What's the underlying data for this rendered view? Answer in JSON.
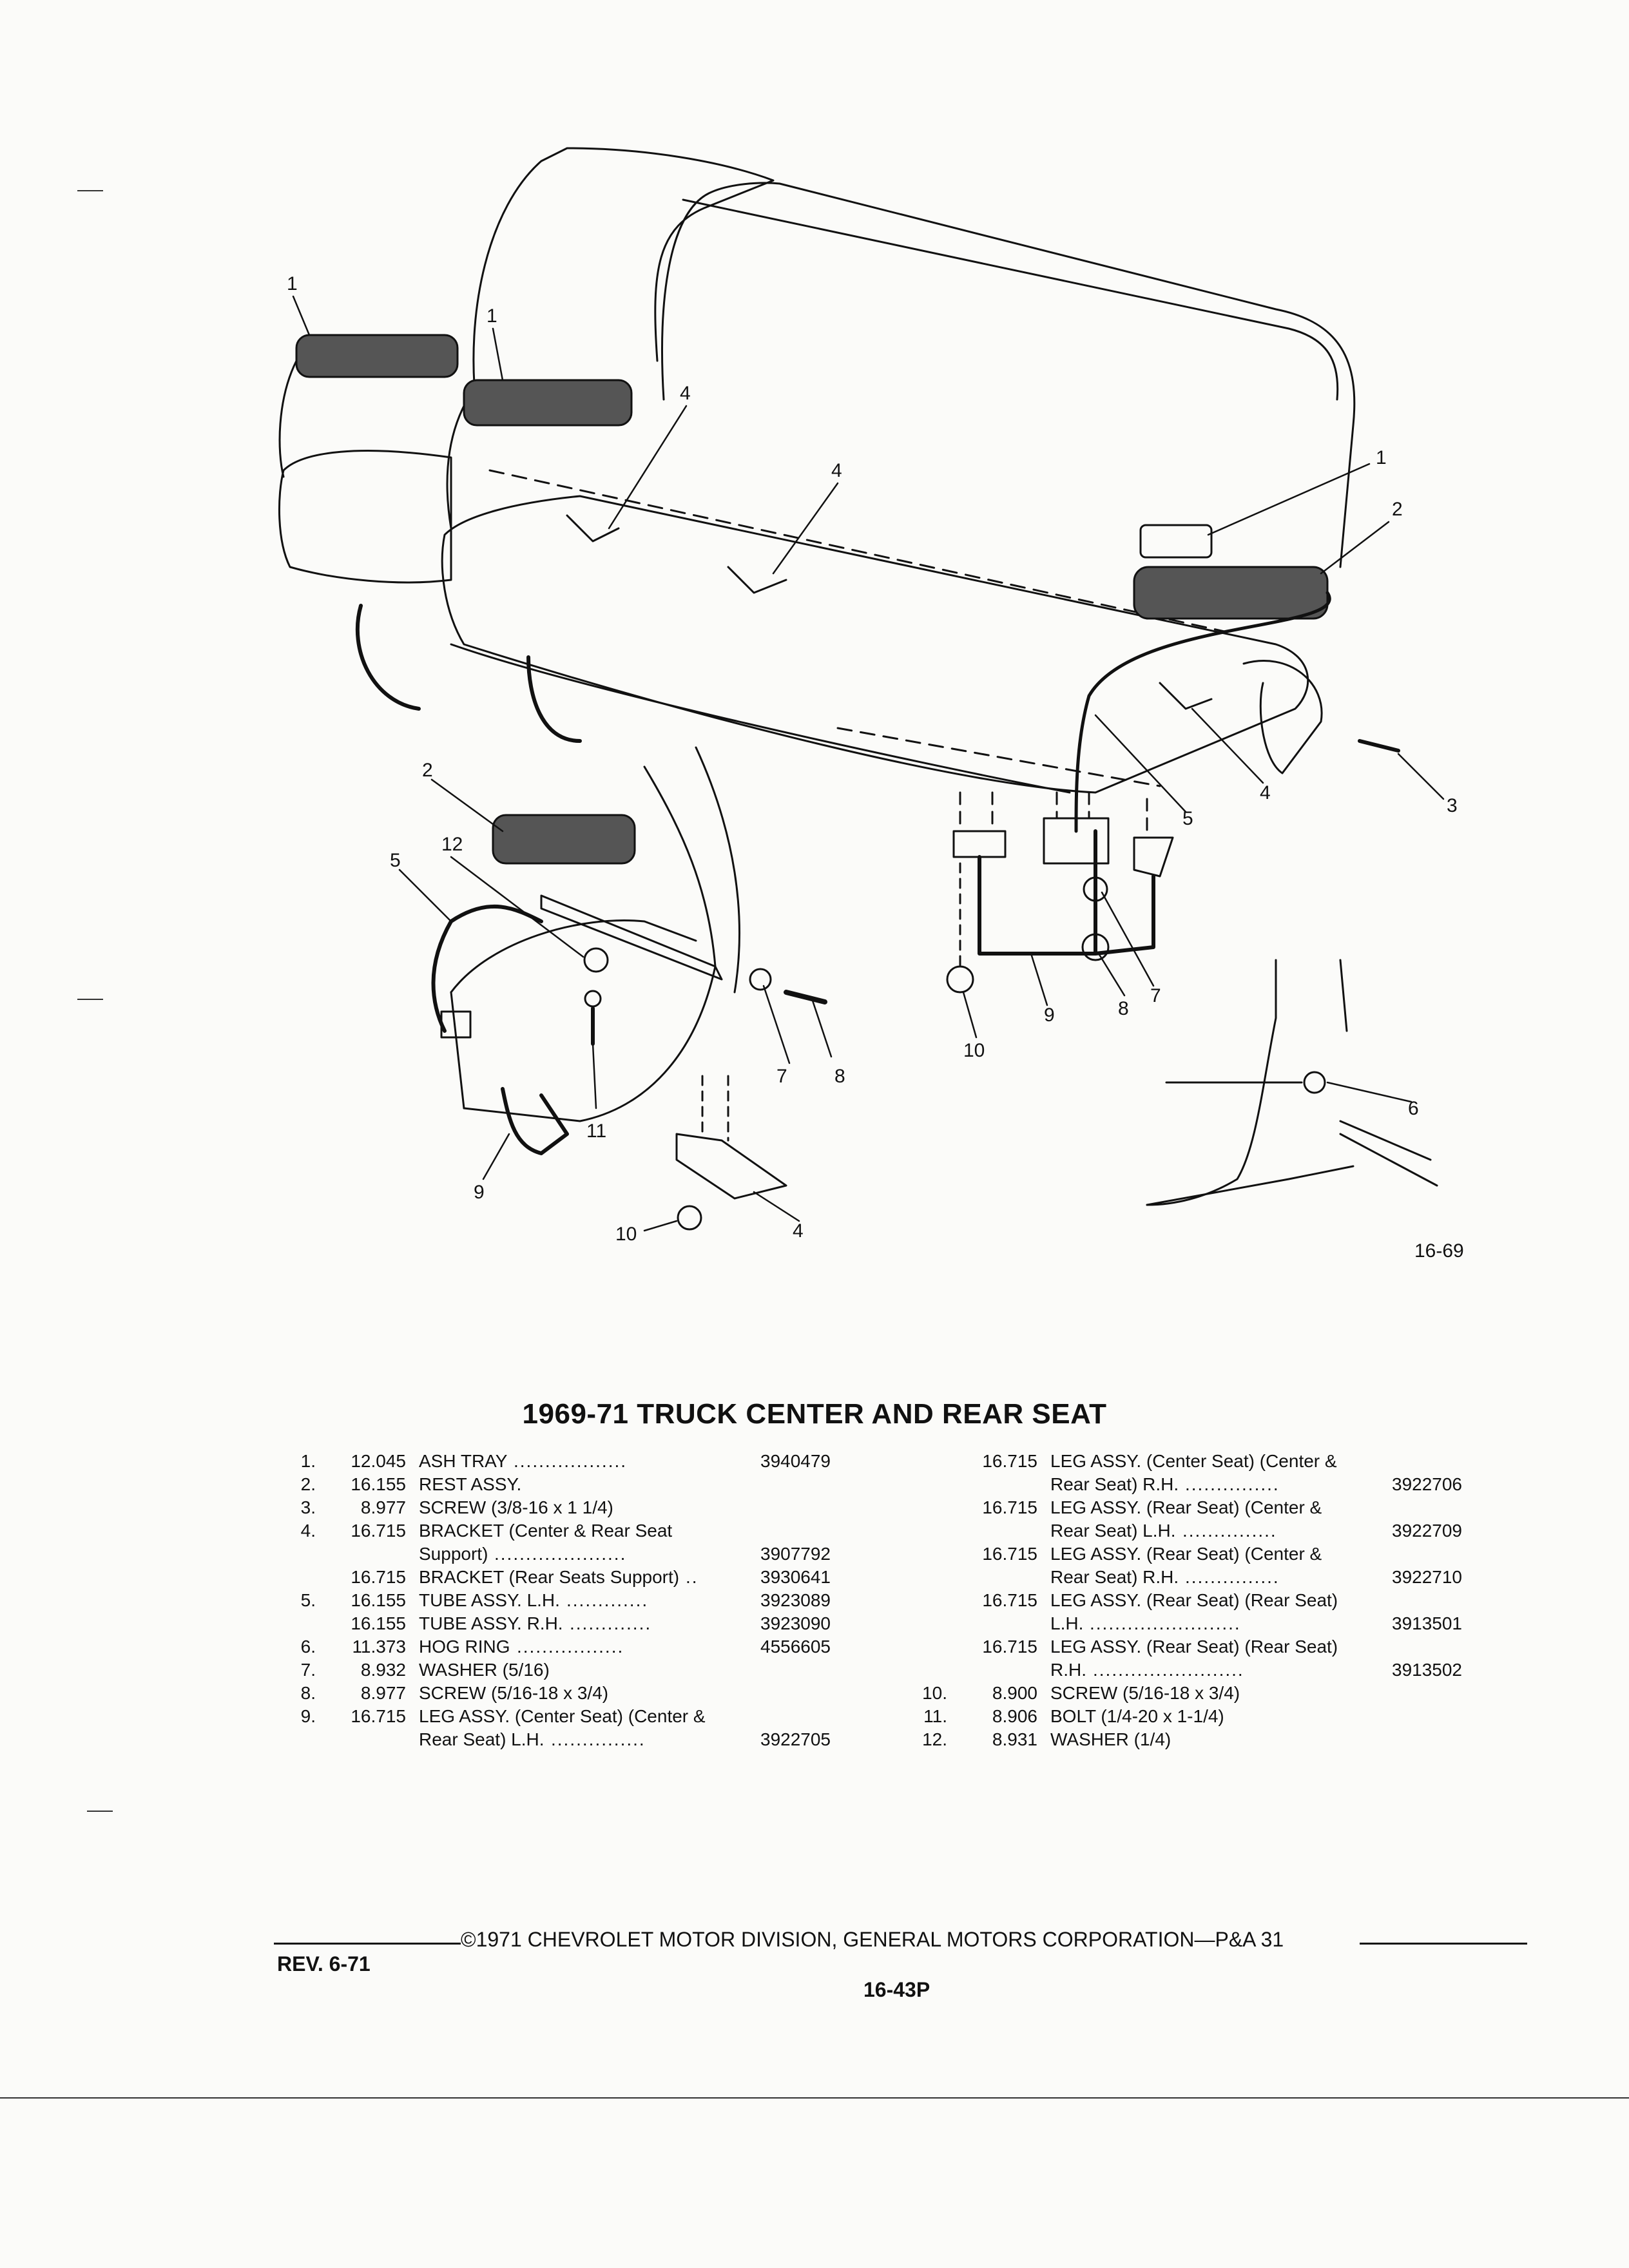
{
  "figure_number": "16-69",
  "title": "1969-71 TRUCK CENTER AND REAR SEAT",
  "callouts": [
    "1",
    "1",
    "1",
    "2",
    "2",
    "3",
    "4",
    "4",
    "4",
    "4",
    "5",
    "5",
    "6",
    "7",
    "7",
    "8",
    "8",
    "9",
    "9",
    "10",
    "10",
    "11",
    "12"
  ],
  "parts_left": [
    {
      "num": "1.",
      "code": "12.045",
      "desc": "ASH TRAY",
      "dots": "..................",
      "pn": "3940479"
    },
    {
      "num": "2.",
      "code": "16.155",
      "desc": "REST ASSY.",
      "dots": "",
      "pn": ""
    },
    {
      "num": "3.",
      "code": "8.977",
      "desc": "SCREW (3/8-16 x 1 1/4)",
      "dots": "",
      "pn": ""
    },
    {
      "num": "4.",
      "code": "16.715",
      "desc": "BRACKET (Center & Rear Seat",
      "dots": "",
      "pn": ""
    },
    {
      "num": "",
      "code": "",
      "desc": "Support)",
      "dots": ".....................",
      "pn": "3907792"
    },
    {
      "num": "",
      "code": "16.715",
      "desc": "BRACKET (Rear Seats Support)",
      "dots": "..",
      "pn": "3930641"
    },
    {
      "num": "5.",
      "code": "16.155",
      "desc": "TUBE ASSY. L.H.",
      "dots": ".............",
      "pn": "3923089"
    },
    {
      "num": "",
      "code": "16.155",
      "desc": "TUBE ASSY. R.H.",
      "dots": ".............",
      "pn": "3923090"
    },
    {
      "num": "6.",
      "code": "11.373",
      "desc": "HOG RING",
      "dots": ".................",
      "pn": "4556605"
    },
    {
      "num": "7.",
      "code": "8.932",
      "desc": "WASHER (5/16)",
      "dots": "",
      "pn": ""
    },
    {
      "num": "8.",
      "code": "8.977",
      "desc": "SCREW (5/16-18 x 3/4)",
      "dots": "",
      "pn": ""
    },
    {
      "num": "9.",
      "code": "16.715",
      "desc": "LEG ASSY. (Center Seat) (Center &",
      "dots": "",
      "pn": ""
    },
    {
      "num": "",
      "code": "",
      "desc": "Rear Seat) L.H.",
      "dots": "...............",
      "pn": "3922705"
    }
  ],
  "parts_right": [
    {
      "num": "",
      "code": "16.715",
      "desc": "LEG ASSY. (Center Seat) (Center &",
      "dots": "",
      "pn": ""
    },
    {
      "num": "",
      "code": "",
      "desc": "Rear Seat) R.H.",
      "dots": "...............",
      "pn": "3922706"
    },
    {
      "num": "",
      "code": "16.715",
      "desc": "LEG ASSY. (Rear Seat) (Center &",
      "dots": "",
      "pn": ""
    },
    {
      "num": "",
      "code": "",
      "desc": "Rear Seat) L.H.",
      "dots": "...............",
      "pn": "3922709"
    },
    {
      "num": "",
      "code": "16.715",
      "desc": "LEG ASSY. (Rear Seat) (Center &",
      "dots": "",
      "pn": ""
    },
    {
      "num": "",
      "code": "",
      "desc": "Rear Seat) R.H.",
      "dots": "...............",
      "pn": "3922710"
    },
    {
      "num": "",
      "code": "16.715",
      "desc": "LEG ASSY. (Rear Seat) (Rear Seat)",
      "dots": "",
      "pn": ""
    },
    {
      "num": "",
      "code": "",
      "desc": "L.H.",
      "dots": "........................",
      "pn": "3913501"
    },
    {
      "num": "",
      "code": "16.715",
      "desc": "LEG ASSY. (Rear Seat) (Rear Seat)",
      "dots": "",
      "pn": ""
    },
    {
      "num": "",
      "code": "",
      "desc": "R.H.",
      "dots": "........................",
      "pn": "3913502"
    },
    {
      "num": "10.",
      "code": "8.900",
      "desc": "SCREW (5/16-18 x 3/4)",
      "dots": "",
      "pn": ""
    },
    {
      "num": "11.",
      "code": "8.906",
      "desc": "BOLT (1/4-20 x 1-1/4)",
      "dots": "",
      "pn": ""
    },
    {
      "num": "12.",
      "code": "8.931",
      "desc": "WASHER (1/4)",
      "dots": "",
      "pn": ""
    }
  ],
  "footer": {
    "copyright": "©1971 CHEVROLET MOTOR DIVISION, GENERAL MOTORS CORPORATION—P&A 31",
    "revision": "REV. 6-71",
    "page": "16-43P"
  }
}
